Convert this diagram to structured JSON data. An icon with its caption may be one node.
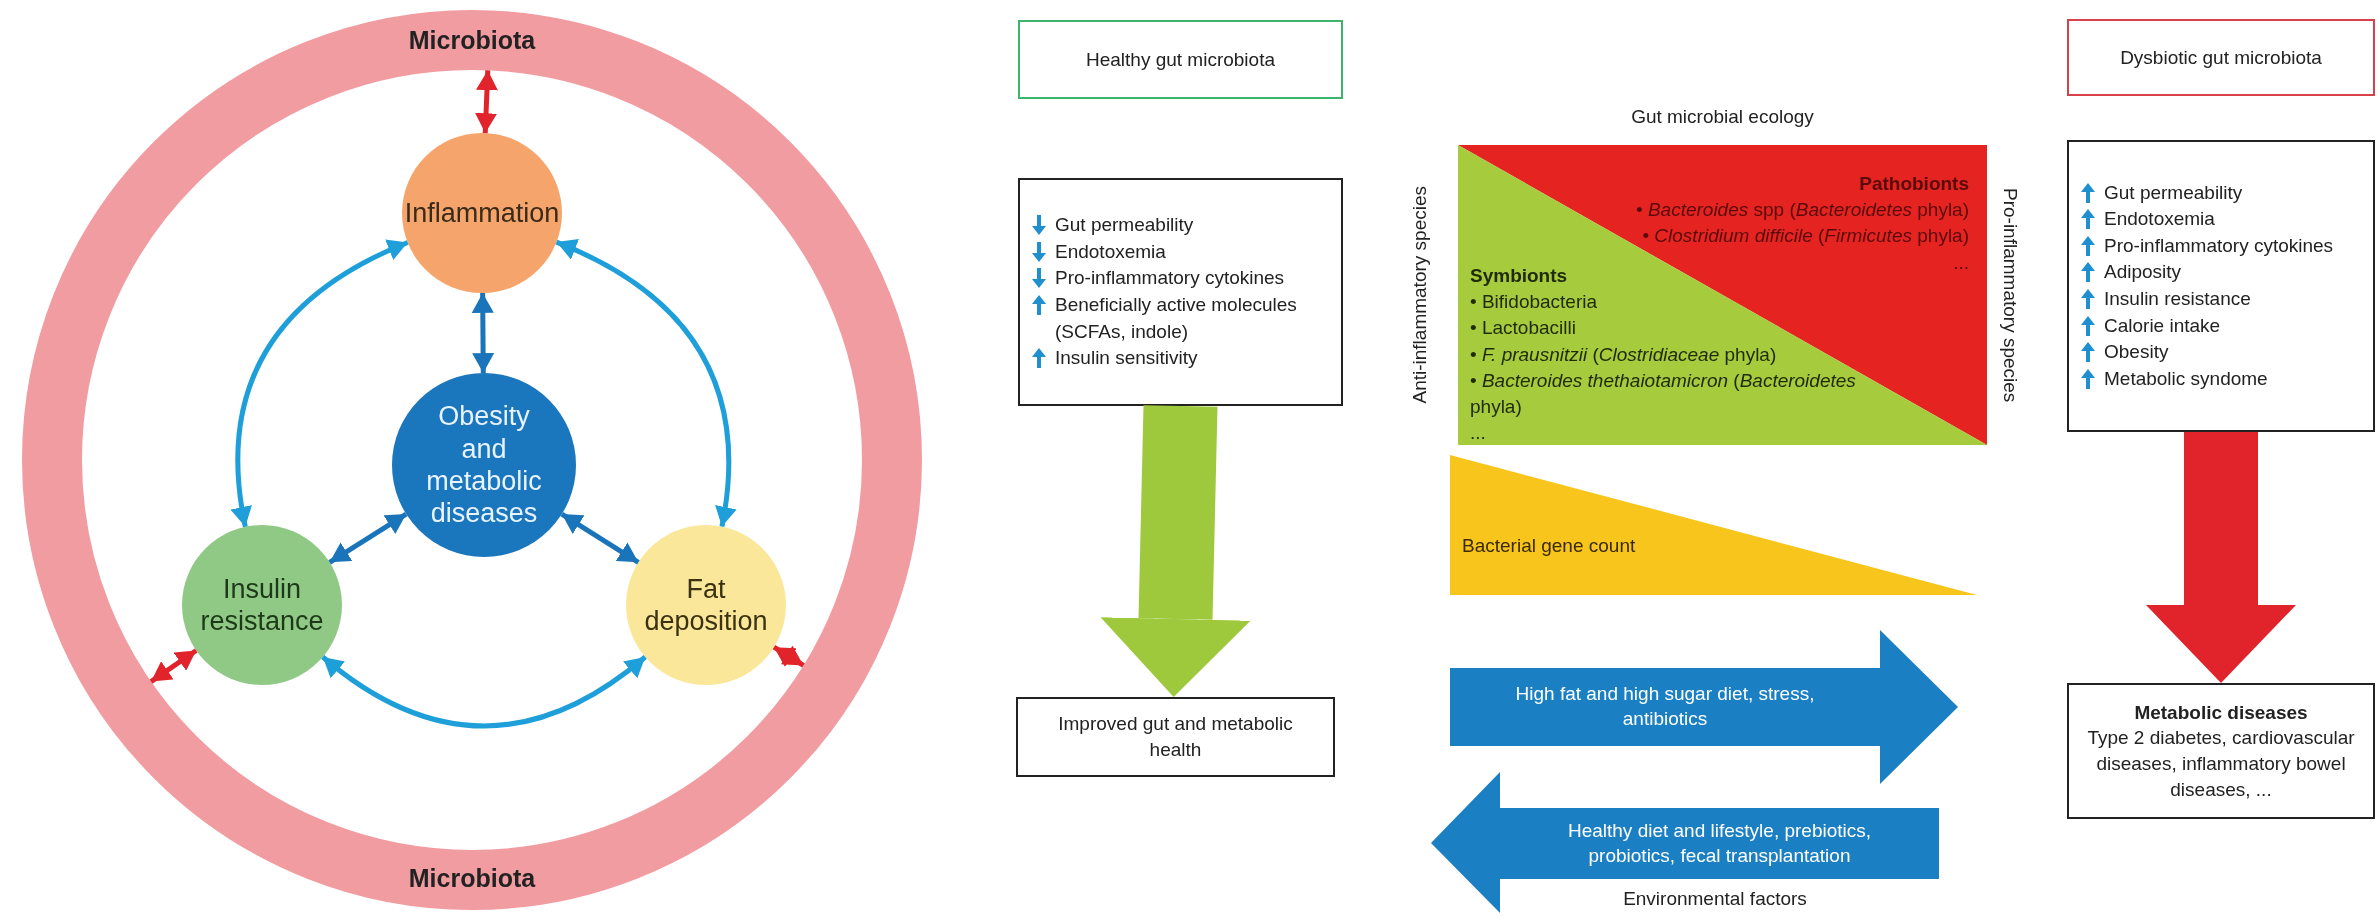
{
  "diagram": {
    "nodes": [
      {
        "text": [
          "Microbiota",
          "Microbiota"
        ]
      },
      {
        "text": [
          "Inflammation"
        ],
        "in": 0
      },
      {
        "text": [
          "Obesity and metabolic diseases"
        ],
        "in": 0
      },
      {
        "text": [
          "Insulin resistance"
        ],
        "in": 0
      },
      {
        "text": [
          "Fat deposition"
        ],
        "in": 0
      },
      {
        "text": [
          "Healthy gut microbiota"
        ]
      },
      {
        "text": [
          "Gut permeability",
          "Endotoxemia",
          "Pro-inflammatory cytokines",
          "Beneficially active molecules (SCFAs, indole)",
          "Insulin sensitivity"
        ]
      },
      {
        "text": [
          "Improved gut and metabolic health"
        ]
      },
      {
        "text": [
          "Pathobionts",
          "• *Bacteroides* spp (*Bacteroidetes* phyla)",
          "• *Clostridium difficile* (*Firmicutes* phyla)",
          "..."
        ]
      },
      {
        "text": [
          "Symbionts",
          "• Bifidobacteria",
          "• Lactobacilli",
          "• *F. prausnitzii* (*Clostridiaceae* phyla)",
          "• *Bacteroides thethaiotamicron* (*Bacteroidetes* phyla)",
          "..."
        ]
      },
      {
        "text": [
          "Bacterial gene count"
        ]
      },
      {
        "text": [
          "High fat and high sugar diet, stress, antibiotics"
        ]
      },
      {
        "text": [
          "Healthy diet and lifestyle, prebiotics, probiotics, fecal transplantation"
        ]
      },
      {
        "text": [
          "Dysbiotic gut microbiota"
        ]
      },
      {
        "text": [
          "Gut permeability",
          "Endotoxemia",
          "Pro-inflammatory cytokines",
          "Adiposity",
          "Insulin resistance",
          "Calorie intake",
          "Obesity",
          "Metabolic syndome"
        ]
      },
      {
        "text": [
          "Metabolic diseases",
          "Type 2 diabetes, cardiovascular diseases, inflammatory bowel diseases, ..."
        ]
      }
    ],
    "edges": [
      {
        "from": 0,
        "to": 1,
        "arrow": "both",
        "color": "#e1232b"
      },
      {
        "from": 0,
        "to": 3,
        "arrow": "both",
        "color": "#e1232b"
      },
      {
        "from": 0,
        "to": 4,
        "arrow": "both",
        "color": "#e1232b"
      },
      {
        "from": 1,
        "to": 3,
        "arrow": "both",
        "color": "#1e9fd9"
      },
      {
        "from": 1,
        "to": 4,
        "arrow": "both",
        "color": "#1e9fd9"
      },
      {
        "from": 3,
        "to": 4,
        "arrow": "both",
        "color": "#1e9fd9"
      },
      {
        "from": 1,
        "to": 2,
        "arrow": "both",
        "color": "#1a74ba"
      },
      {
        "from": 2,
        "to": 3,
        "arrow": "both",
        "color": "#1a74ba"
      },
      {
        "from": 2,
        "to": 4,
        "arrow": "both",
        "color": "#1a74ba"
      },
      {
        "from": 6,
        "to": 7,
        "arrow": "to",
        "style": "thick",
        "color": "#9ec93c"
      },
      {
        "from": 14,
        "to": 15,
        "arrow": "to",
        "style": "thick",
        "color": "#e1232b"
      }
    ],
    "labels": [
      "Gut microbial ecology",
      "Anti-inflammatory species",
      "Pro-inflammatory species",
      "Environmental factors"
    ]
  }
}
